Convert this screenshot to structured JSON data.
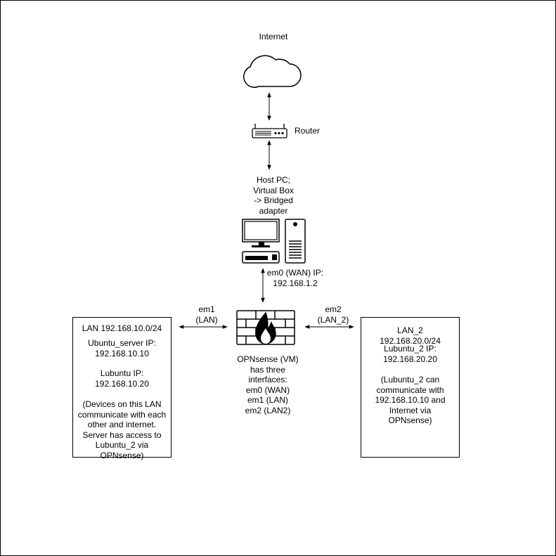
{
  "nodes": {
    "internet": {
      "label": "Internet"
    },
    "router": {
      "label": "Router"
    },
    "host_pc": {
      "lines": [
        "Host PC;",
        "Virtual Box",
        "-> Bridged",
        "adapter"
      ]
    },
    "opnsense": {
      "lines": [
        "OPNsense (VM)",
        "has three",
        "interfaces:",
        "em0 (WAN)",
        "em1 (LAN)",
        "em2 (LAN2)"
      ]
    },
    "lan_box": {
      "title": "LAN 192.168.10.0/24",
      "server": [
        "Ubuntu_server IP:",
        "192.168.10.10"
      ],
      "lubuntu": [
        "Lubuntu IP:",
        "192.168.10.20"
      ],
      "note": [
        "(Devices on this LAN",
        "communicate with each",
        "other and internet.",
        "Server has access to",
        "Lubuntu_2 via",
        "OPNsense)"
      ]
    },
    "lan2_box": {
      "title": [
        "LAN_2",
        "192.168.20.0/24"
      ],
      "lubuntu2": [
        "Lubuntu_2 IP:",
        "192.168.20.20"
      ],
      "note": [
        "(Lubuntu_2 can",
        "communicate with",
        "192.168.10.10 and",
        "Internet via",
        "OPNsense)"
      ]
    }
  },
  "edges": {
    "wan": [
      "em0 (WAN) IP:",
      "192.168.1.2"
    ],
    "lan": [
      "em1",
      "(LAN)"
    ],
    "lan2": [
      "em2",
      "(LAN_2)"
    ]
  }
}
